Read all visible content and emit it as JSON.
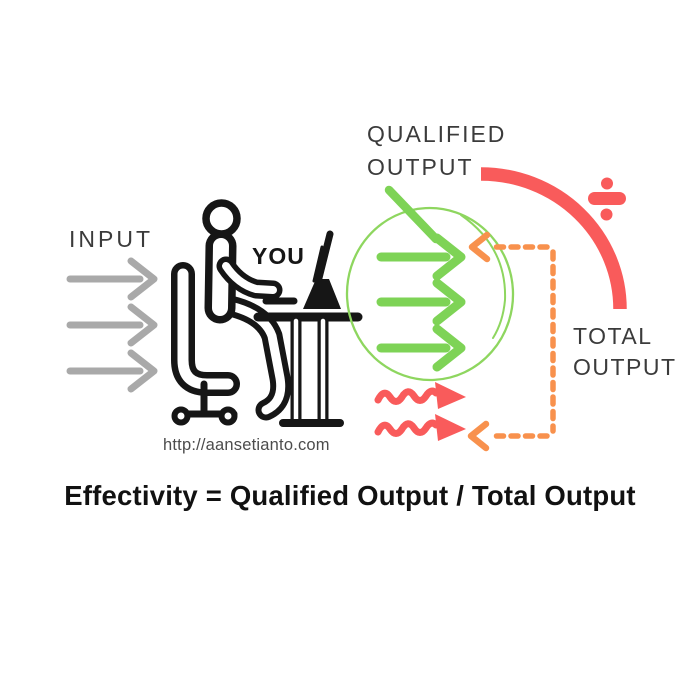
{
  "title": "Effectivity diagram",
  "labels": {
    "input": "INPUT",
    "you": "YOU",
    "qualified_output": "QUALIFIED\nOUTPUT",
    "total_output": "TOTAL\nOUTPUT",
    "url": "http://aansetianto.com",
    "formula": "Effectivity = Qualified Output / Total Output"
  },
  "icons": {
    "input_arrows": {
      "name": "input-arrows-icon",
      "count": 3,
      "color": "#a9a9a9"
    },
    "office_worker": {
      "name": "person-at-desk-icon",
      "color": "#161616"
    },
    "qualified_circle": {
      "name": "qualified-circle-icon",
      "color": "#8ed65f",
      "style": "hand-drawn"
    },
    "qualified_arrows": {
      "name": "qualified-arrows-icon",
      "count": 3,
      "color": "#7ed356"
    },
    "rejected_arrows": {
      "name": "rejected-wavy-arrows-icon",
      "count": 2,
      "color": "#f95b5b"
    },
    "division_arc": {
      "name": "division-arc-icon",
      "color": "#f95b5b",
      "shape": "quarter-circle"
    },
    "divide_sign": {
      "name": "divide-icon",
      "glyph": "÷",
      "color": "#f95b5b"
    },
    "feedback_path": {
      "name": "feedback-dashed-path-icon",
      "color": "#f8914d",
      "style": "dashed",
      "arrowheads": 2
    }
  },
  "colors": {
    "background": "#ffffff",
    "green": "#7ed356",
    "green_light": "#8ed65f",
    "red": "#f95b5b",
    "orange": "#f8914d",
    "gray": "#a9a9a9",
    "ink": "#161616",
    "label_text": "#3b3b3b",
    "url_text": "#4c4c4c"
  }
}
